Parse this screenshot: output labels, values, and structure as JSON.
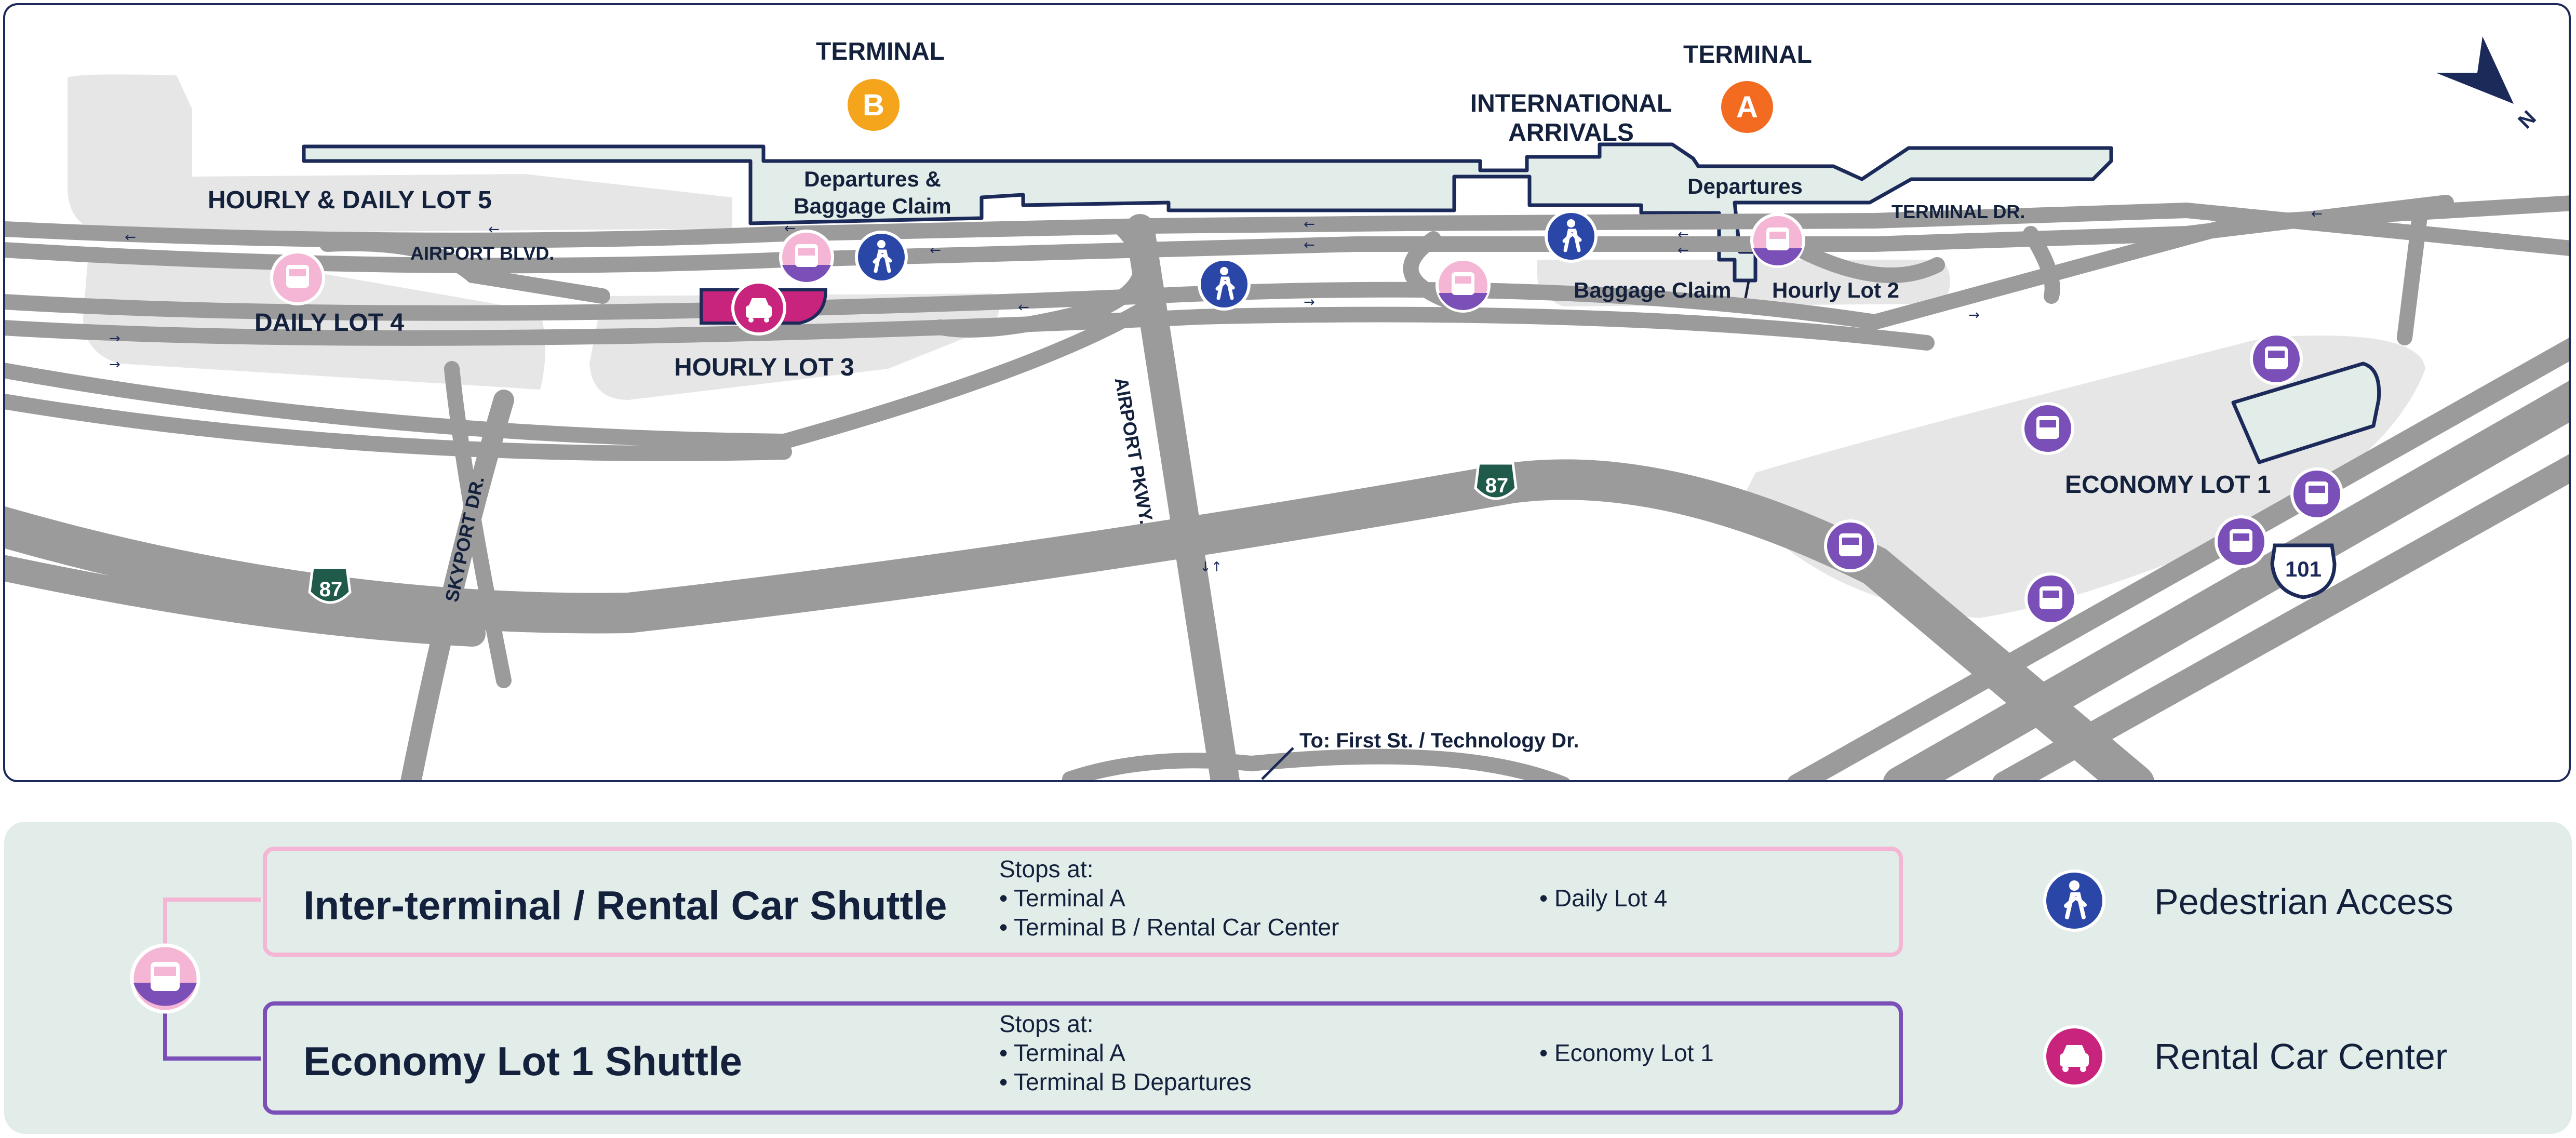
{
  "map": {
    "terminals": {
      "b": {
        "title": "TERMINAL",
        "letter": "B",
        "color": "#f4a51c"
      },
      "a": {
        "title": "TERMINAL",
        "letter": "A",
        "color": "#f26b21"
      }
    },
    "labels": {
      "international_arrivals": "INTERNATIONAL ARRIVALS",
      "departures_b_line1": "Departures &",
      "departures_b_line2": "Baggage Claim",
      "departures_a": "Departures",
      "baggage_claim": "Baggage Claim",
      "slash": "/",
      "hourly_lot_2": "Hourly Lot 2",
      "hourly_daily_lot_5": "HOURLY & DAILY LOT 5",
      "daily_lot_4": "DAILY LOT 4",
      "hourly_lot_3": "HOURLY LOT 3",
      "economy_lot_1": "ECONOMY LOT 1",
      "airport_blvd": "AIRPORT BLVD.",
      "terminal_dr": "TERMINAL DR.",
      "airport_pkwy": "AIRPORT PKWY.",
      "skyport_dr": "SKYPORT DR.",
      "to_first_st": "To: First St. / Technology Dr."
    },
    "highways": {
      "ca87": "87",
      "us101": "101"
    },
    "compass": "N",
    "colors": {
      "road": "#9b9b9b",
      "lot": "#e6e6e6",
      "terminal": "#e2ece8",
      "navy": "#1c2a5a",
      "pink": "#f4b6d4",
      "purple": "#7b4fb8",
      "ped_blue": "#2a47a8",
      "rental_magenta": "#c8247d",
      "hwy_green": "#1f5a4a"
    },
    "icons": [
      "pedestrian-icon",
      "bus-icon",
      "rental-car-icon",
      "compass-arrow-icon"
    ]
  },
  "legend": {
    "inter_terminal": {
      "title": "Inter-terminal / Rental Car Shuttle",
      "stops_heading": "Stops at:",
      "stops_col1": [
        "• Terminal A",
        "• Terminal B / Rental Car Center"
      ],
      "stops_col2": [
        "• Daily Lot 4"
      ]
    },
    "economy": {
      "title": "Economy Lot 1 Shuttle",
      "stops_heading": "Stops at:",
      "stops_col1": [
        "• Terminal A",
        "• Terminal B Departures"
      ],
      "stops_col2": [
        "• Economy Lot 1"
      ]
    },
    "pedestrian_access": "Pedestrian Access",
    "rental_car_center": "Rental Car Center"
  }
}
